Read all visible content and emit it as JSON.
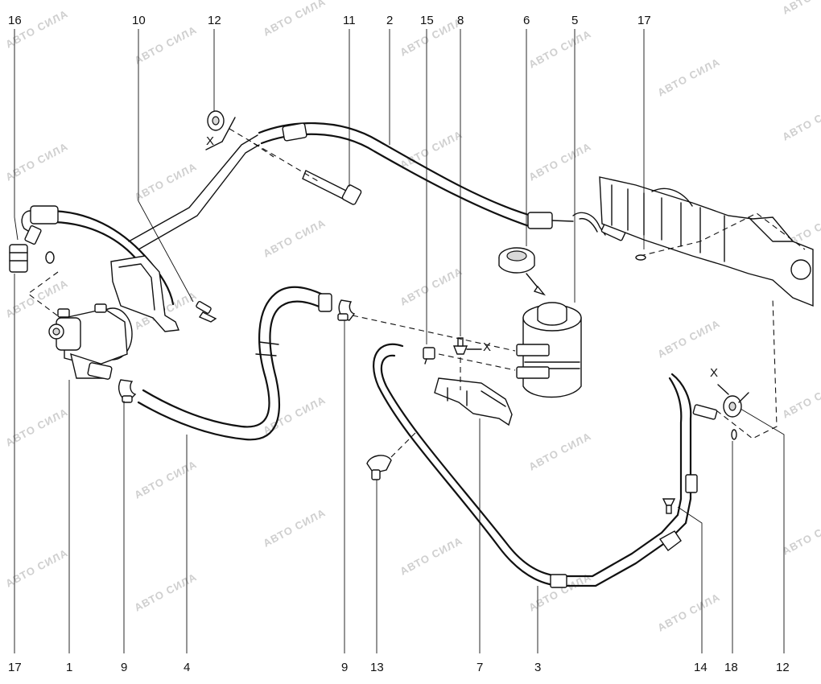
{
  "diagram": {
    "watermark_text": "АВТО СИЛА",
    "axis_marker": "X",
    "callouts": [
      {
        "id": "c16t",
        "text": "16"
      },
      {
        "id": "c10t",
        "text": "10"
      },
      {
        "id": "c12t",
        "text": "12"
      },
      {
        "id": "c11t",
        "text": "11"
      },
      {
        "id": "c2t",
        "text": "2"
      },
      {
        "id": "c15t",
        "text": "15"
      },
      {
        "id": "c8t",
        "text": "8"
      },
      {
        "id": "c6t",
        "text": "6"
      },
      {
        "id": "c5t",
        "text": "5"
      },
      {
        "id": "c17t",
        "text": "17"
      },
      {
        "id": "c17b",
        "text": "17"
      },
      {
        "id": "c1b",
        "text": "1"
      },
      {
        "id": "c9b",
        "text": "9"
      },
      {
        "id": "c4b",
        "text": "4"
      },
      {
        "id": "c9b2",
        "text": "9"
      },
      {
        "id": "c13b",
        "text": "13"
      },
      {
        "id": "c7b",
        "text": "7"
      },
      {
        "id": "c3b",
        "text": "3"
      },
      {
        "id": "c14b",
        "text": "14"
      },
      {
        "id": "c18b",
        "text": "18"
      },
      {
        "id": "c12b",
        "text": "12"
      }
    ]
  }
}
